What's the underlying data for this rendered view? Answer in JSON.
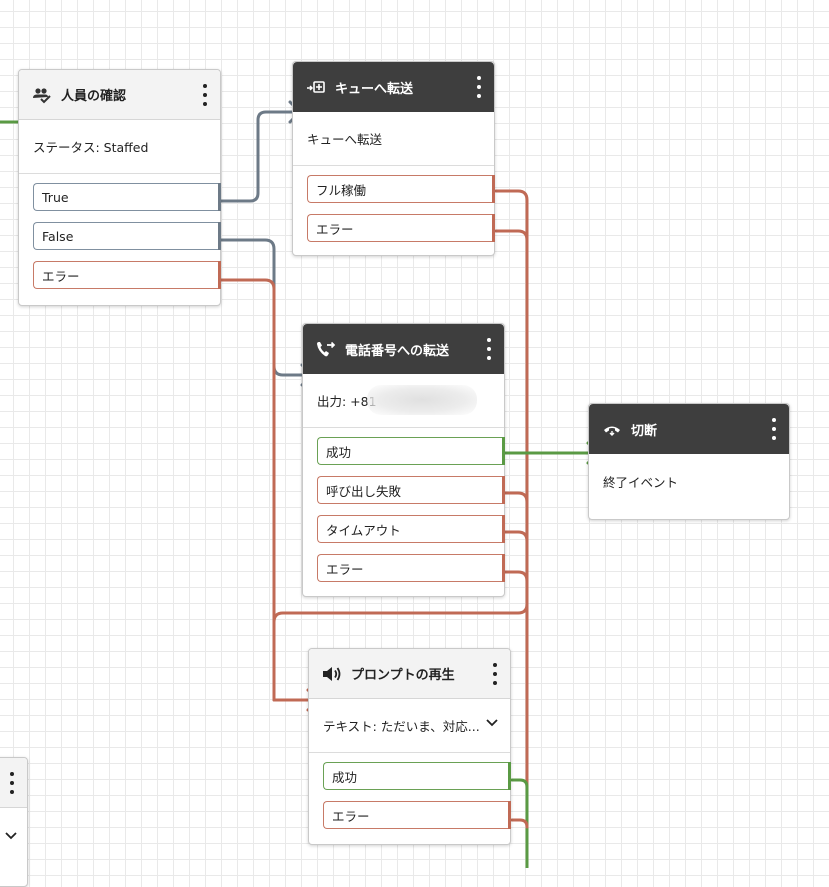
{
  "colors": {
    "wire_gray": "#6d7a87",
    "wire_red": "#c06a55",
    "wire_green": "#5a9a44",
    "dark_header": "#3e3e3e",
    "light_header": "#f3f3f3"
  },
  "blocks": {
    "check_staffing": {
      "icon": "people-check-icon",
      "title": "人員の確認",
      "body": "ステータス: Staffed",
      "outputs": [
        "True",
        "False",
        "エラー"
      ]
    },
    "transfer_to_queue": {
      "icon": "queue-transfer-icon",
      "title": "キューへ転送",
      "body": "キューへ転送",
      "outputs": [
        "フル稼働",
        "エラー"
      ]
    },
    "transfer_to_phone": {
      "icon": "phone-forward-icon",
      "title": "電話番号への転送",
      "body": "出力: +81",
      "outputs": [
        "成功",
        "呼び出し失敗",
        "タイムアウト",
        "エラー"
      ]
    },
    "disconnect": {
      "icon": "hangup-icon",
      "title": "切断",
      "body": "終了イベント"
    },
    "play_prompt": {
      "icon": "speaker-icon",
      "title": "プロンプトの再生",
      "body": "テキスト: ただいま、対応...",
      "outputs": [
        "成功",
        "エラー"
      ]
    }
  }
}
